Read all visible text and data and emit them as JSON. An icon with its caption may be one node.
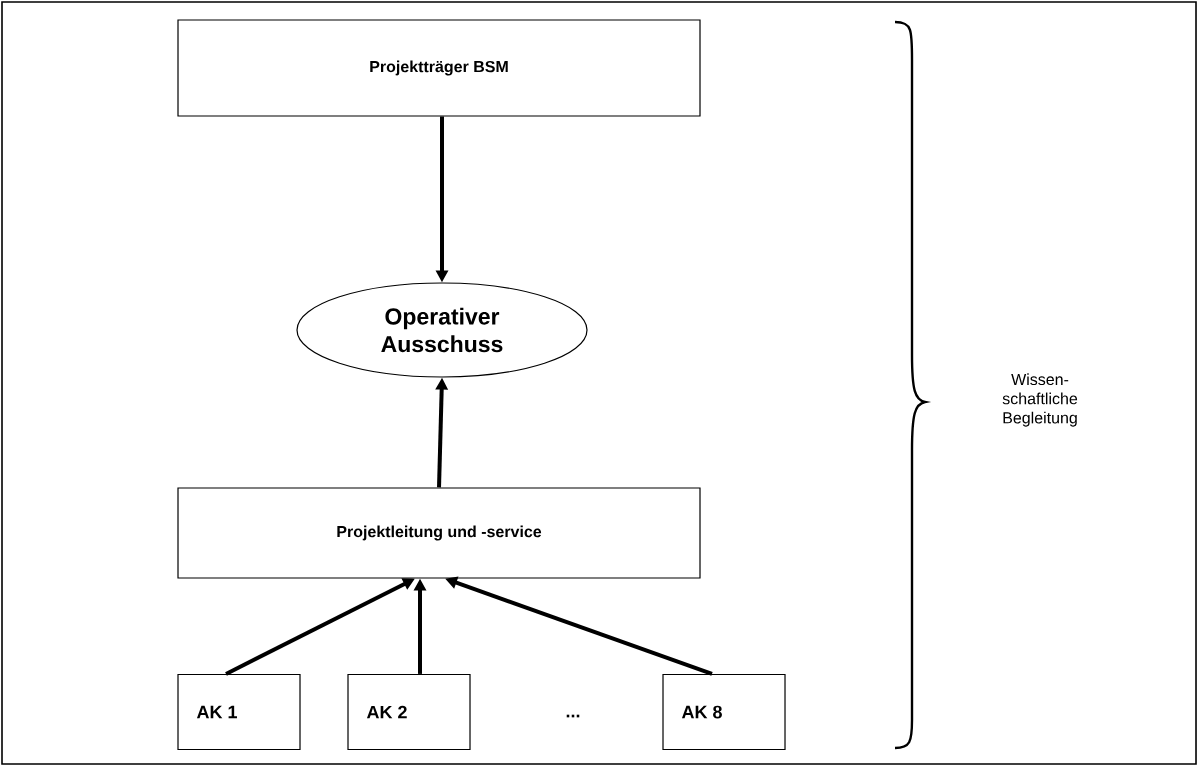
{
  "diagram": {
    "nodes": [
      {
        "text": [
          "Projektträger BSM"
        ]
      },
      {
        "text": [
          "Operativer Ausschuss"
        ]
      },
      {
        "text": [
          "Projektleitung und -service"
        ]
      },
      {
        "text": [
          "AK 1"
        ]
      },
      {
        "text": [
          "AK 2"
        ]
      },
      {
        "text": [
          "AK 8"
        ]
      }
    ],
    "edges": [
      {
        "from": 0,
        "to": 1,
        "arrow": "to"
      },
      {
        "from": 2,
        "to": 1,
        "arrow": "to"
      },
      {
        "from": 3,
        "to": 2,
        "arrow": "to"
      },
      {
        "from": 4,
        "to": 2,
        "arrow": "to"
      },
      {
        "from": 5,
        "to": 2,
        "arrow": "to"
      }
    ],
    "labels": [
      "...",
      "Wissen- schaftliche Begleitung"
    ]
  }
}
